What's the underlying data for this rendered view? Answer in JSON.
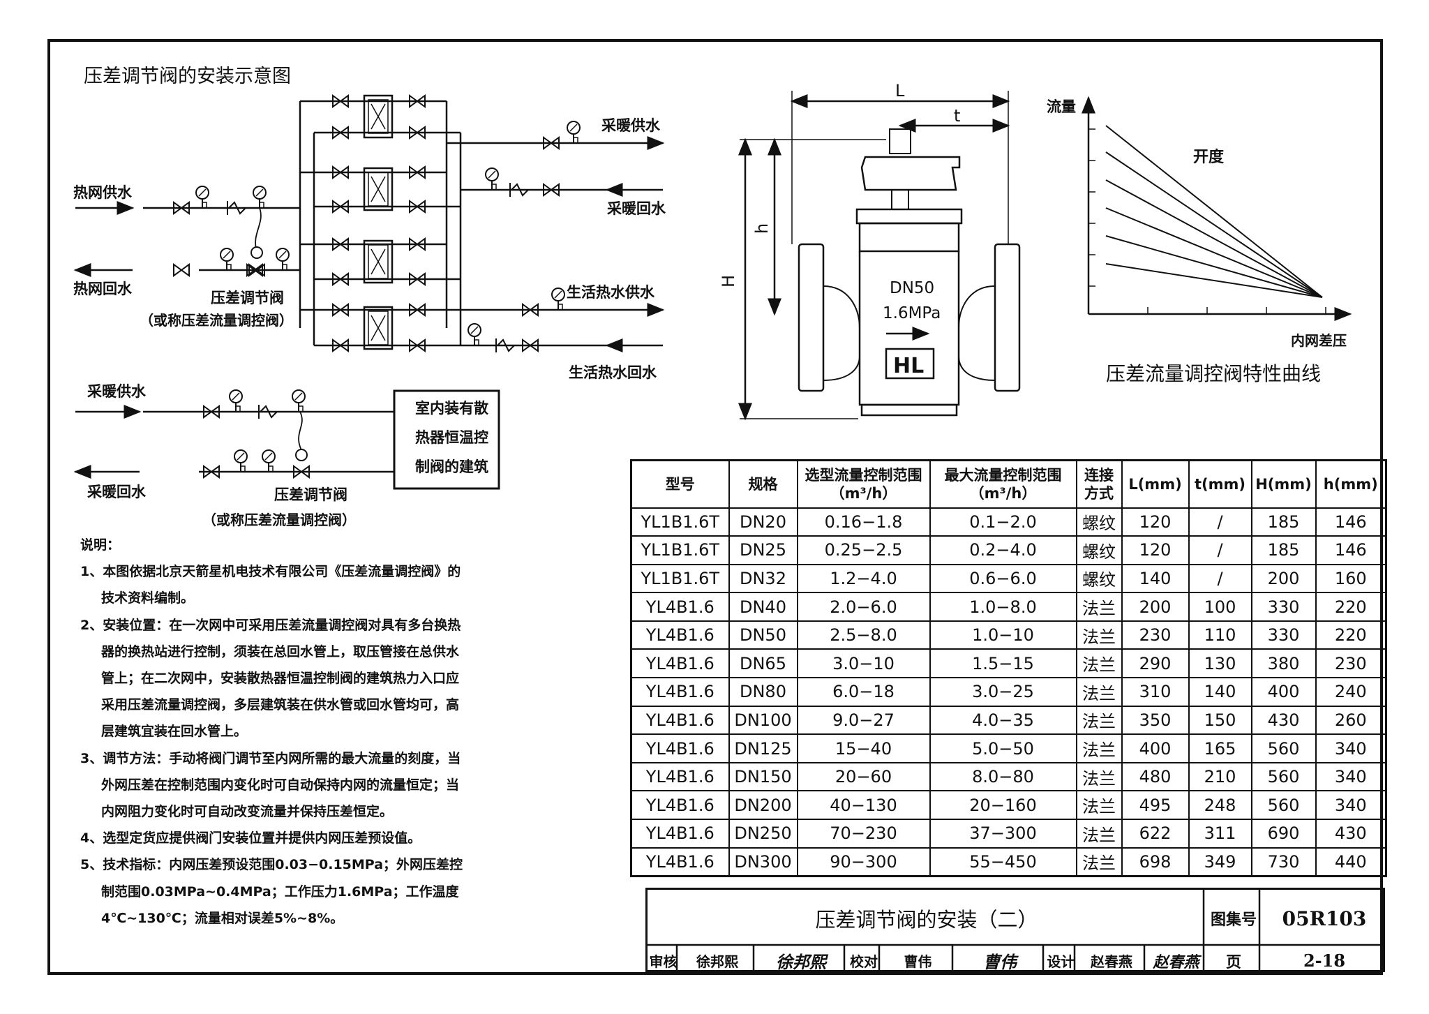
{
  "diagram_title": "压差调节阀的安装示意图",
  "upper_scheme": {
    "inlet_supply": "热网供水",
    "inlet_return": "热网回水",
    "heating_supply": "采暖供水",
    "heating_return": "采暖回水",
    "dhw_supply": "生活热水供水",
    "dhw_return": "生活热水回水",
    "valve_label": "压差调节阀",
    "valve_alias": "（或称压差流量调控阀）"
  },
  "lower_scheme": {
    "supply": "采暖供水",
    "return": "采暖回水",
    "building_box": [
      "室内装有散",
      "热器恒温控",
      "制阀的建筑"
    ],
    "valve_label": "压差调节阀",
    "valve_alias": "（或称压差流量调控阀）"
  },
  "valve_drawing": {
    "dim_L": "L",
    "dim_t": "t",
    "dim_H": "H",
    "dim_h": "h",
    "size_text": "DN50",
    "pressure_text": "1.6MPa",
    "brand": "HL"
  },
  "curve": {
    "caption": "压差流量调控阀特性曲线",
    "y_label": "流量",
    "x_label": "内网差压",
    "curve_label": "开度"
  },
  "notes": {
    "title": "说明：",
    "items": [
      "1、本图依据北京天箭星机电技术有限公司《压差流量调控阀》的技术资料编制。",
      "2、安装位置：在一次网中可采用压差流量调控阀对具有多台换热器的换热站进行控制，须装在总回水管上，取压管接在总供水管上；在二次网中，安装散热器恒温控制阀的建筑热力入口应采用压差流量调控阀，多层建筑装在供水管或回水管均可，高层建筑宜装在回水管上。",
      "3、调节方法：手动将阀门调节至内网所需的最大流量的刻度，当外网压差在控制范围内变化时可自动保持内网的流量恒定；当内网阻力变化时可自动改变流量并保持压差恒定。",
      "4、选型定货应提供阀门安装位置并提供内网压差预设值。",
      "5、技术指标：内网压差预设范围0.03−0.15MPa；外网压差控制范围0.03MPa∼0.4MPa；工作压力1.6MPa；工作温度4℃∼130℃；流量相对误差5%∼8%。"
    ]
  },
  "table": {
    "headers": [
      "型号",
      "规格",
      "选型流量控制范围（m³/h）",
      "最大流量控制范围（m³/h）",
      "连接方式",
      "L(mm)",
      "t(mm)",
      "H(mm)",
      "h(mm)"
    ],
    "rows": [
      [
        "YL1B1.6T",
        "DN20",
        "0.16−1.8",
        "0.1−2.0",
        "螺纹",
        "120",
        "/",
        "185",
        "146"
      ],
      [
        "YL1B1.6T",
        "DN25",
        "0.25−2.5",
        "0.2−4.0",
        "螺纹",
        "120",
        "/",
        "185",
        "146"
      ],
      [
        "YL1B1.6T",
        "DN32",
        "1.2−4.0",
        "0.6−6.0",
        "螺纹",
        "140",
        "/",
        "200",
        "160"
      ],
      [
        "YL4B1.6",
        "DN40",
        "2.0−6.0",
        "1.0−8.0",
        "法兰",
        "200",
        "100",
        "330",
        "220"
      ],
      [
        "YL4B1.6",
        "DN50",
        "2.5−8.0",
        "1.0−10",
        "法兰",
        "230",
        "110",
        "330",
        "220"
      ],
      [
        "YL4B1.6",
        "DN65",
        "3.0−10",
        "1.5−15",
        "法兰",
        "290",
        "130",
        "380",
        "230"
      ],
      [
        "YL4B1.6",
        "DN80",
        "6.0−18",
        "3.0−25",
        "法兰",
        "310",
        "140",
        "400",
        "240"
      ],
      [
        "YL4B1.6",
        "DN100",
        "9.0−27",
        "4.0−35",
        "法兰",
        "350",
        "150",
        "430",
        "260"
      ],
      [
        "YL4B1.6",
        "DN125",
        "15−40",
        "5.0−50",
        "法兰",
        "400",
        "165",
        "560",
        "340"
      ],
      [
        "YL4B1.6",
        "DN150",
        "20−60",
        "8.0−80",
        "法兰",
        "480",
        "210",
        "560",
        "340"
      ],
      [
        "YL4B1.6",
        "DN200",
        "40−130",
        "20−160",
        "法兰",
        "495",
        "248",
        "560",
        "340"
      ],
      [
        "YL4B1.6",
        "DN250",
        "70−230",
        "37−300",
        "法兰",
        "622",
        "311",
        "690",
        "430"
      ],
      [
        "YL4B1.6",
        "DN300",
        "90−300",
        "55−450",
        "法兰",
        "698",
        "349",
        "730",
        "440"
      ]
    ]
  },
  "title_block": {
    "sheet_title": "压差调节阀的安装（二）",
    "atlas_label": "图集号",
    "atlas_no": "05R103",
    "page_label": "页",
    "page_no": "2-18",
    "review_label": "审核",
    "reviewer": "徐邦熙",
    "reviewer_sig": "徐邦熙",
    "check_label": "校对",
    "checker": "曹伟",
    "checker_sig": "曹伟",
    "design_label": "设计",
    "designer": "赵春燕",
    "designer_sig": "赵春燕"
  }
}
